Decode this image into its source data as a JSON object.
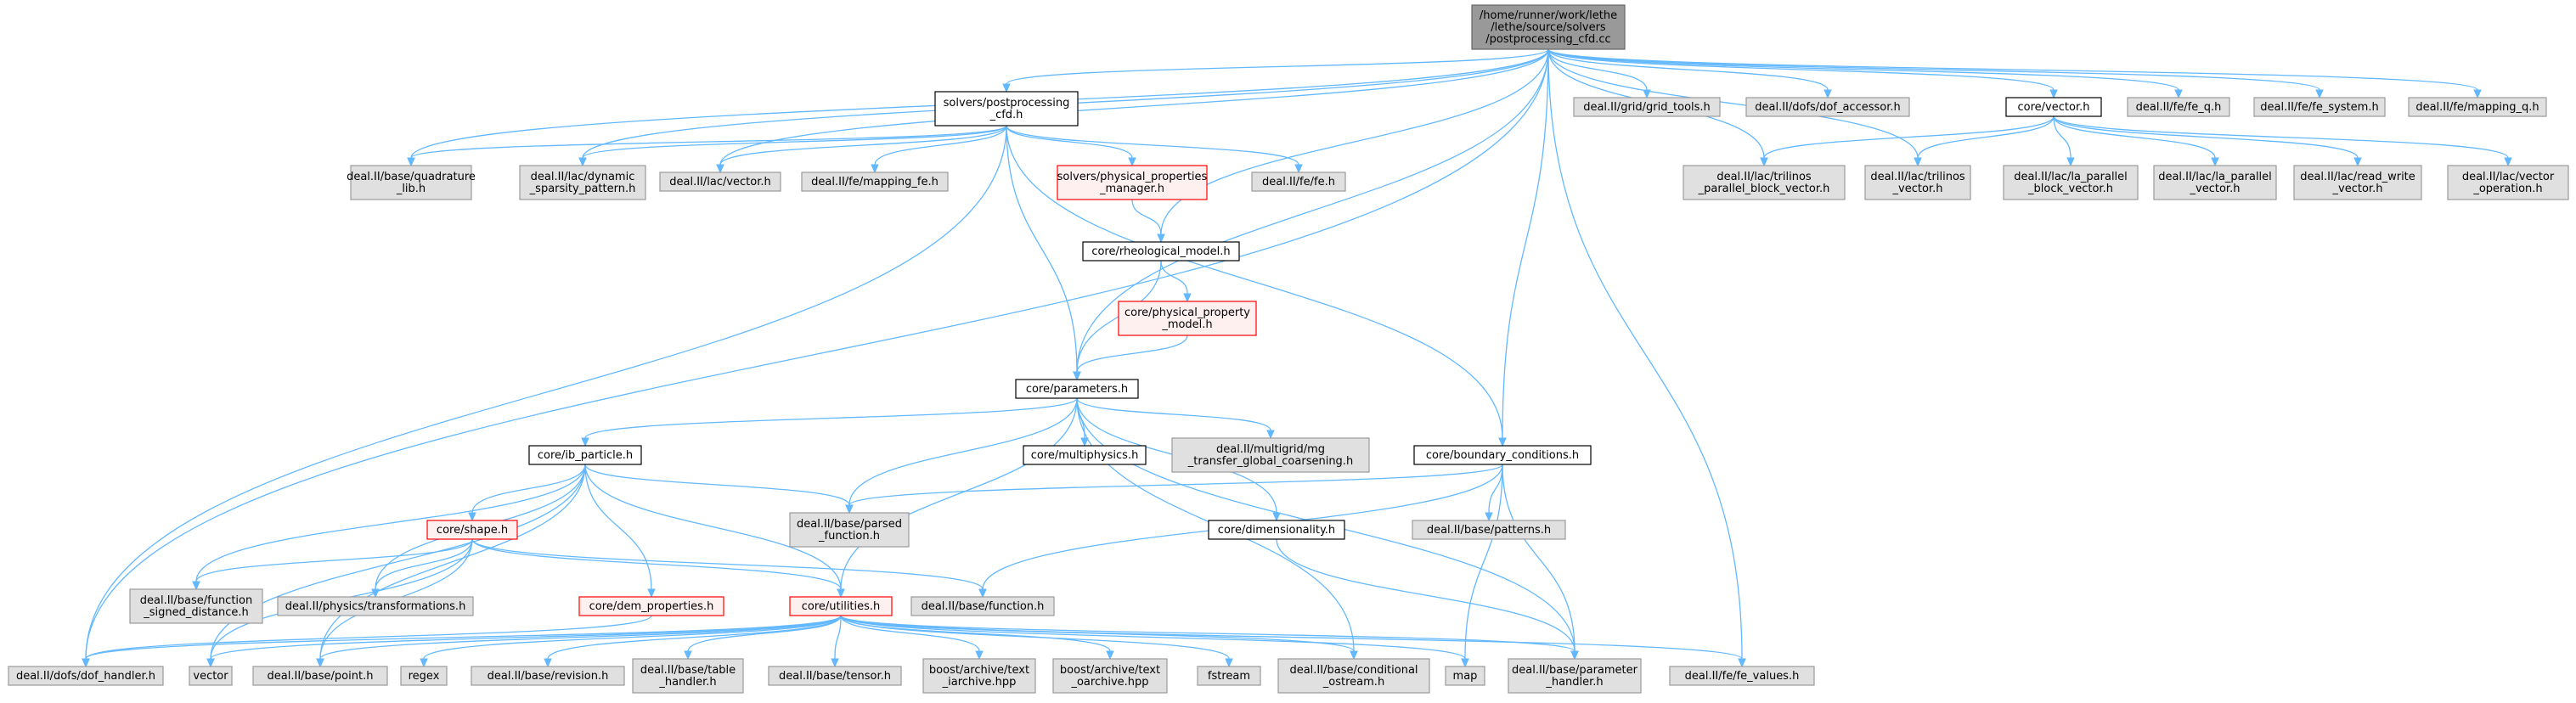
{
  "colors": {
    "edge": "#63b8ff",
    "root_fill": "#999999",
    "root_border": "#666666",
    "plain_fill": "#ffffff",
    "plain_border": "#000000",
    "external_fill": "#e0e0e0",
    "external_border": "#999999",
    "truncated_border": "#ff0000",
    "truncated_fill": "#fff0f0"
  },
  "nodes": [
    {
      "id": "root",
      "kind": "root",
      "lines": [
        "/home/runner/work/lethe",
        "/lethe/source/solvers",
        "/postprocessing_cfd.cc"
      ]
    },
    {
      "id": "postproc_h",
      "kind": "plain",
      "lines": [
        "solvers/postprocessing",
        "_cfd.h"
      ]
    },
    {
      "id": "grid_tools",
      "kind": "external",
      "lines": [
        "deal.II/grid/grid_tools.h"
      ]
    },
    {
      "id": "dof_accessor",
      "kind": "external",
      "lines": [
        "deal.II/dofs/dof_accessor.h"
      ]
    },
    {
      "id": "core_vector",
      "kind": "plain",
      "lines": [
        "core/vector.h"
      ]
    },
    {
      "id": "fe_q",
      "kind": "external",
      "lines": [
        "deal.II/fe/fe_q.h"
      ]
    },
    {
      "id": "fe_system",
      "kind": "external",
      "lines": [
        "deal.II/fe/fe_system.h"
      ]
    },
    {
      "id": "mapping_q",
      "kind": "external",
      "lines": [
        "deal.II/fe/mapping_q.h"
      ]
    },
    {
      "id": "quadrature_lib",
      "kind": "external",
      "lines": [
        "deal.II/base/quadrature",
        "_lib.h"
      ]
    },
    {
      "id": "dyn_sparsity",
      "kind": "external",
      "lines": [
        "deal.II/lac/dynamic",
        "_sparsity_pattern.h"
      ]
    },
    {
      "id": "lac_vector",
      "kind": "external",
      "lines": [
        "deal.II/lac/vector.h"
      ]
    },
    {
      "id": "mapping_fe",
      "kind": "external",
      "lines": [
        "deal.II/fe/mapping_fe.h"
      ]
    },
    {
      "id": "phys_prop_mgr",
      "kind": "truncated",
      "lines": [
        "solvers/physical_properties",
        "_manager.h"
      ]
    },
    {
      "id": "fe_fe",
      "kind": "external",
      "lines": [
        "deal.II/fe/fe.h"
      ]
    },
    {
      "id": "tril_par_block",
      "kind": "external",
      "lines": [
        "deal.II/lac/trilinos",
        "_parallel_block_vector.h"
      ]
    },
    {
      "id": "tril_vector",
      "kind": "external",
      "lines": [
        "deal.II/lac/trilinos",
        "_vector.h"
      ]
    },
    {
      "id": "la_par_block",
      "kind": "external",
      "lines": [
        "deal.II/lac/la_parallel",
        "_block_vector.h"
      ]
    },
    {
      "id": "la_par_vector",
      "kind": "external",
      "lines": [
        "deal.II/lac/la_parallel",
        "_vector.h"
      ]
    },
    {
      "id": "read_write",
      "kind": "external",
      "lines": [
        "deal.II/lac/read_write",
        "_vector.h"
      ]
    },
    {
      "id": "vector_op",
      "kind": "external",
      "lines": [
        "deal.II/lac/vector",
        "_operation.h"
      ]
    },
    {
      "id": "rheo",
      "kind": "plain",
      "lines": [
        "core/rheological_model.h"
      ]
    },
    {
      "id": "phys_prop_model",
      "kind": "truncated",
      "lines": [
        "core/physical_property",
        "_model.h"
      ]
    },
    {
      "id": "params",
      "kind": "plain",
      "lines": [
        "core/parameters.h"
      ]
    },
    {
      "id": "ib_particle",
      "kind": "plain",
      "lines": [
        "core/ib_particle.h"
      ]
    },
    {
      "id": "multiphysics",
      "kind": "plain",
      "lines": [
        "core/multiphysics.h"
      ]
    },
    {
      "id": "mg_transfer",
      "kind": "external",
      "lines": [
        "deal.II/multigrid/mg",
        "_transfer_global_coarsening.h"
      ]
    },
    {
      "id": "boundary",
      "kind": "plain",
      "lines": [
        "core/boundary_conditions.h"
      ]
    },
    {
      "id": "parsed_function",
      "kind": "external",
      "lines": [
        "deal.II/base/parsed",
        "_function.h"
      ]
    },
    {
      "id": "patterns",
      "kind": "external",
      "lines": [
        "deal.II/base/patterns.h"
      ]
    },
    {
      "id": "shape",
      "kind": "truncated",
      "lines": [
        "core/shape.h"
      ]
    },
    {
      "id": "dimensionality",
      "kind": "plain",
      "lines": [
        "core/dimensionality.h"
      ]
    },
    {
      "id": "func_signed",
      "kind": "external",
      "lines": [
        "deal.II/base/function",
        "_signed_distance.h"
      ]
    },
    {
      "id": "transformations",
      "kind": "external",
      "lines": [
        "deal.II/physics/transformations.h"
      ]
    },
    {
      "id": "dem_props",
      "kind": "truncated",
      "lines": [
        "core/dem_properties.h"
      ]
    },
    {
      "id": "utilities",
      "kind": "truncated",
      "lines": [
        "core/utilities.h"
      ]
    },
    {
      "id": "base_function",
      "kind": "external",
      "lines": [
        "deal.II/base/function.h"
      ]
    },
    {
      "id": "dof_handler",
      "kind": "external",
      "lines": [
        "deal.II/dofs/dof_handler.h"
      ]
    },
    {
      "id": "vector_std",
      "kind": "external",
      "lines": [
        "vector"
      ]
    },
    {
      "id": "point",
      "kind": "external",
      "lines": [
        "deal.II/base/point.h"
      ]
    },
    {
      "id": "regex",
      "kind": "external",
      "lines": [
        "regex"
      ]
    },
    {
      "id": "revision",
      "kind": "external",
      "lines": [
        "deal.II/base/revision.h"
      ]
    },
    {
      "id": "table_handler",
      "kind": "external",
      "lines": [
        "deal.II/base/table",
        "_handler.h"
      ]
    },
    {
      "id": "tensor",
      "kind": "external",
      "lines": [
        "deal.II/base/tensor.h"
      ]
    },
    {
      "id": "text_iarchive",
      "kind": "external",
      "lines": [
        "boost/archive/text",
        "_iarchive.hpp"
      ]
    },
    {
      "id": "text_oarchive",
      "kind": "external",
      "lines": [
        "boost/archive/text",
        "_oarchive.hpp"
      ]
    },
    {
      "id": "fstream",
      "kind": "external",
      "lines": [
        "fstream"
      ]
    },
    {
      "id": "cond_ostream",
      "kind": "external",
      "lines": [
        "deal.II/base/conditional",
        "_ostream.h"
      ]
    },
    {
      "id": "map",
      "kind": "external",
      "lines": [
        "map"
      ]
    },
    {
      "id": "param_handler",
      "kind": "external",
      "lines": [
        "deal.II/base/parameter",
        "_handler.h"
      ]
    },
    {
      "id": "fe_values",
      "kind": "external",
      "lines": [
        "deal.II/fe/fe_values.h"
      ]
    }
  ],
  "edges": [
    [
      "root",
      "postproc_h"
    ],
    [
      "root",
      "grid_tools"
    ],
    [
      "root",
      "dof_accessor"
    ],
    [
      "root",
      "core_vector"
    ],
    [
      "root",
      "fe_q"
    ],
    [
      "root",
      "fe_system"
    ],
    [
      "root",
      "mapping_q"
    ],
    [
      "root",
      "quadrature_lib"
    ],
    [
      "root",
      "dyn_sparsity"
    ],
    [
      "root",
      "lac_vector"
    ],
    [
      "root",
      "tril_par_block"
    ],
    [
      "root",
      "tril_vector"
    ],
    [
      "root",
      "rheo"
    ],
    [
      "root",
      "params"
    ],
    [
      "root",
      "boundary"
    ],
    [
      "root",
      "dof_handler"
    ],
    [
      "root",
      "fe_values"
    ],
    [
      "postproc_h",
      "quadrature_lib"
    ],
    [
      "postproc_h",
      "dyn_sparsity"
    ],
    [
      "postproc_h",
      "lac_vector"
    ],
    [
      "postproc_h",
      "mapping_fe"
    ],
    [
      "postproc_h",
      "phys_prop_mgr"
    ],
    [
      "postproc_h",
      "fe_fe"
    ],
    [
      "postproc_h",
      "params"
    ],
    [
      "postproc_h",
      "boundary"
    ],
    [
      "postproc_h",
      "dof_handler"
    ],
    [
      "core_vector",
      "tril_par_block"
    ],
    [
      "core_vector",
      "tril_vector"
    ],
    [
      "core_vector",
      "la_par_block"
    ],
    [
      "core_vector",
      "la_par_vector"
    ],
    [
      "core_vector",
      "read_write"
    ],
    [
      "core_vector",
      "vector_op"
    ],
    [
      "phys_prop_mgr",
      "rheo"
    ],
    [
      "rheo",
      "phys_prop_model"
    ],
    [
      "rheo",
      "params"
    ],
    [
      "phys_prop_model",
      "params"
    ],
    [
      "params",
      "ib_particle"
    ],
    [
      "params",
      "multiphysics"
    ],
    [
      "params",
      "mg_transfer"
    ],
    [
      "params",
      "dimensionality"
    ],
    [
      "params",
      "parsed_function"
    ],
    [
      "params",
      "utilities"
    ],
    [
      "params",
      "cond_ostream"
    ],
    [
      "params",
      "param_handler"
    ],
    [
      "ib_particle",
      "shape"
    ],
    [
      "ib_particle",
      "parsed_function"
    ],
    [
      "ib_particle",
      "func_signed"
    ],
    [
      "ib_particle",
      "transformations"
    ],
    [
      "ib_particle",
      "dem_props"
    ],
    [
      "ib_particle",
      "utilities"
    ],
    [
      "ib_particle",
      "point"
    ],
    [
      "ib_particle",
      "vector_std"
    ],
    [
      "boundary",
      "parsed_function"
    ],
    [
      "boundary",
      "patterns"
    ],
    [
      "boundary",
      "base_function"
    ],
    [
      "boundary",
      "map"
    ],
    [
      "boundary",
      "param_handler"
    ],
    [
      "shape",
      "func_signed"
    ],
    [
      "shape",
      "transformations"
    ],
    [
      "shape",
      "base_function"
    ],
    [
      "shape",
      "utilities"
    ],
    [
      "shape",
      "point"
    ],
    [
      "shape",
      "vector_std"
    ],
    [
      "dimensionality",
      "param_handler"
    ],
    [
      "dem_props",
      "dof_handler"
    ],
    [
      "utilities",
      "dof_handler"
    ],
    [
      "utilities",
      "vector_std"
    ],
    [
      "utilities",
      "point"
    ],
    [
      "utilities",
      "regex"
    ],
    [
      "utilities",
      "revision"
    ],
    [
      "utilities",
      "table_handler"
    ],
    [
      "utilities",
      "tensor"
    ],
    [
      "utilities",
      "text_iarchive"
    ],
    [
      "utilities",
      "text_oarchive"
    ],
    [
      "utilities",
      "fstream"
    ],
    [
      "utilities",
      "cond_ostream"
    ],
    [
      "utilities",
      "map"
    ],
    [
      "utilities",
      "param_handler"
    ],
    [
      "utilities",
      "fe_values"
    ]
  ]
}
